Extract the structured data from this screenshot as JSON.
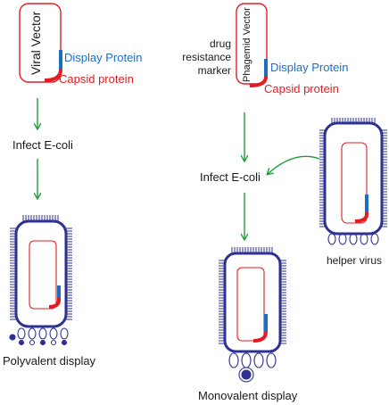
{
  "left_panel": {
    "vector_label": "Viral Vector",
    "display_protein_label": "Display Protein",
    "capsid_protein_label": "Capsid protein",
    "infect_label": "Infect E-coli",
    "result_label": "Polyvalent display"
  },
  "right_panel": {
    "vector_label": "Phagemid Vector",
    "marker_label_line1": "drug",
    "marker_label_line2": "resistance",
    "marker_label_line3": "marker",
    "display_protein_label": "Display Protein",
    "capsid_protein_label": "Capsid protein",
    "infect_label": "Infect E-coli",
    "helper_label": "helper virus",
    "result_label": "Monovalent display"
  },
  "colors": {
    "arrow": "#1e9e3a",
    "display_protein": "#1a6fc4",
    "capsid_protein": "#e31c24",
    "phage_outline": "#2e3192",
    "dna": "#e31c24"
  }
}
